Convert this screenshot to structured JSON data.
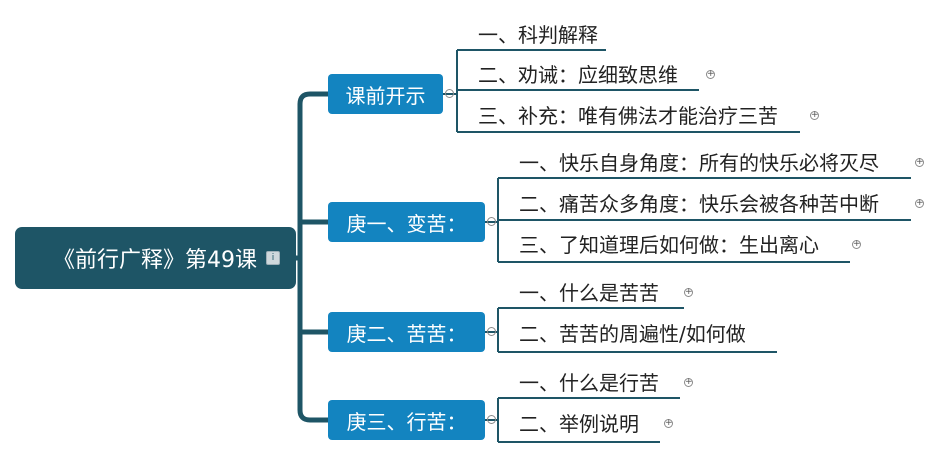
{
  "root": {
    "label": "《前行广释》第49课",
    "note_icon": "note-icon"
  },
  "branches": [
    {
      "label": "课前开示",
      "children": [
        "一、科判解释",
        "二、劝诫：应细致思维",
        "三、补充：唯有佛法才能治疗三苦"
      ]
    },
    {
      "label": "庚一、变苦：",
      "children": [
        "一、快乐自身角度：所有的快乐必将灭尽",
        "二、痛苦众多角度：快乐会被各种苦中断",
        "三、了知道理后如何做：生出离心"
      ]
    },
    {
      "label": "庚二、苦苦：",
      "children": [
        "一、什么是苦苦",
        "二、苦苦的周遍性/如何做"
      ]
    },
    {
      "label": "庚三、行苦：",
      "children": [
        "一、什么是行苦",
        "二、举例说明"
      ]
    }
  ],
  "colors": {
    "root": "#1e5566",
    "branch": "#1384c0",
    "spine": "#1e5566",
    "leaf_line": "#1e5566",
    "text": "#222222"
  },
  "icons": {
    "expand": "expand-plus-icon",
    "collapse": "collapse-dot-icon"
  }
}
